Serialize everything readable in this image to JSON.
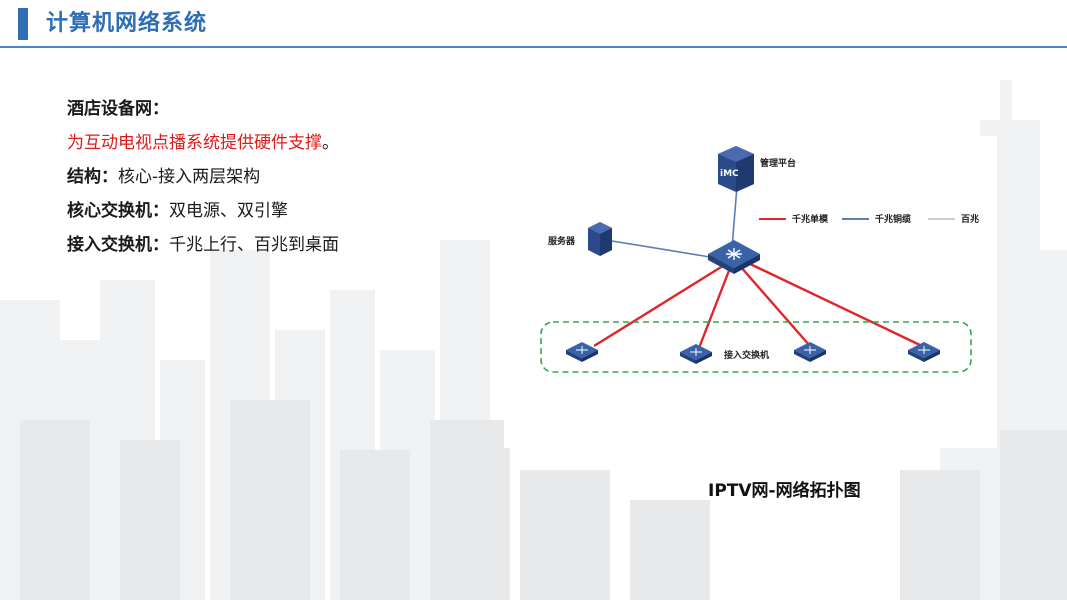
{
  "header": {
    "title": "计算机网络系统"
  },
  "content": {
    "lines": [
      {
        "label": "酒店设备网：",
        "value": ""
      },
      {
        "red": "为互动电视点播系统提供硬件支撑",
        "tail": "。"
      },
      {
        "label": "结构：",
        "value": "核心-接入两层架构"
      },
      {
        "label": "核心交换机：",
        "value": "双电源、双引擎"
      },
      {
        "label": "接入交换机：",
        "value": "千兆上行、百兆到桌面"
      }
    ]
  },
  "topology": {
    "mgmt_label": "管理平台",
    "imc_text": "iMC",
    "server_label": "服务器",
    "access_label": "接入交换机",
    "legend": [
      {
        "label": "千兆单模",
        "color": "#e0262b"
      },
      {
        "label": "千兆铜缆",
        "color": "#5b7fb5"
      },
      {
        "label": "百兆",
        "color": "#c9ced6"
      }
    ],
    "colors": {
      "fiber": "#e0262b",
      "copper": "#5b7fb5",
      "group_border": "#2ea84e",
      "switch": "#2b4a8a"
    }
  },
  "caption": "IPTV网-网络拓扑图"
}
